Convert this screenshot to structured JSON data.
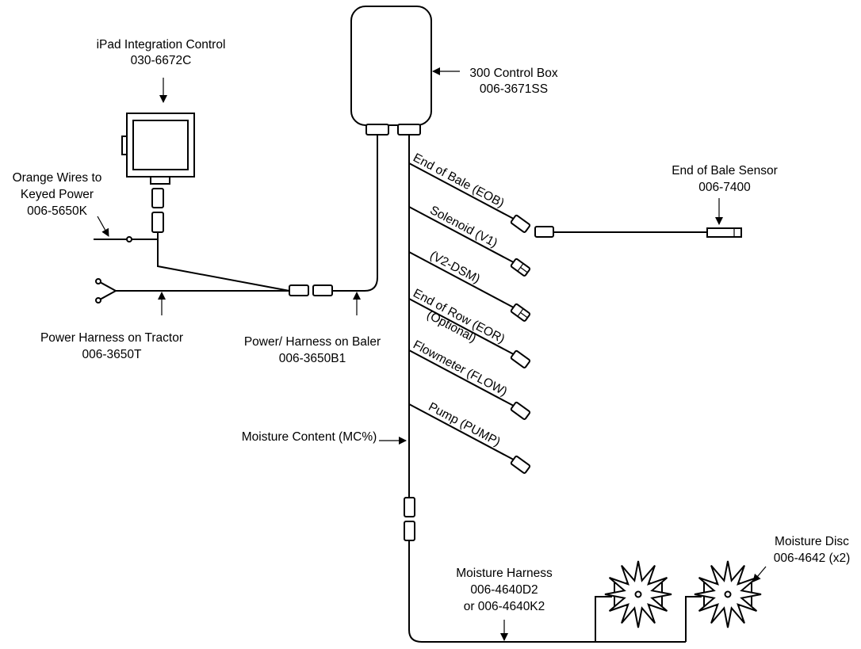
{
  "labels": {
    "ipad_title": "iPad Integration Control",
    "ipad_part": "030-6672C",
    "control_box_title": "300 Control Box",
    "control_box_part": "006-3671SS",
    "orange_line1": "Orange Wires to",
    "orange_line2": "Keyed Power",
    "orange_part": "006-5650K",
    "tractor_title": "Power Harness on Tractor",
    "tractor_part": "006-3650T",
    "baler_title": "Power/ Harness on Baler",
    "baler_part": "006-3650B1",
    "eob_sensor_title": "End of Bale Sensor",
    "eob_sensor_part": "006-7400",
    "moisture_content": "Moisture Content (MC%)",
    "moisture_harness_title": "Moisture Harness",
    "moisture_harness_part1": "006-4640D2",
    "moisture_harness_part2": "or 006-4640K2",
    "disc_title": "Moisture Disc",
    "disc_part": "006-4642 (x2)"
  },
  "branches": [
    {
      "label": "End of Bale (EOB)",
      "sub": ""
    },
    {
      "label": "Solenoid (V1)",
      "sub": ""
    },
    {
      "label": "(V2-DSM)",
      "sub": ""
    },
    {
      "label": "End of Row (EOR)",
      "sub": "(Optional)"
    },
    {
      "label": "Flowmeter (FLOW)",
      "sub": ""
    },
    {
      "label": "Pump (PUMP)",
      "sub": ""
    }
  ]
}
